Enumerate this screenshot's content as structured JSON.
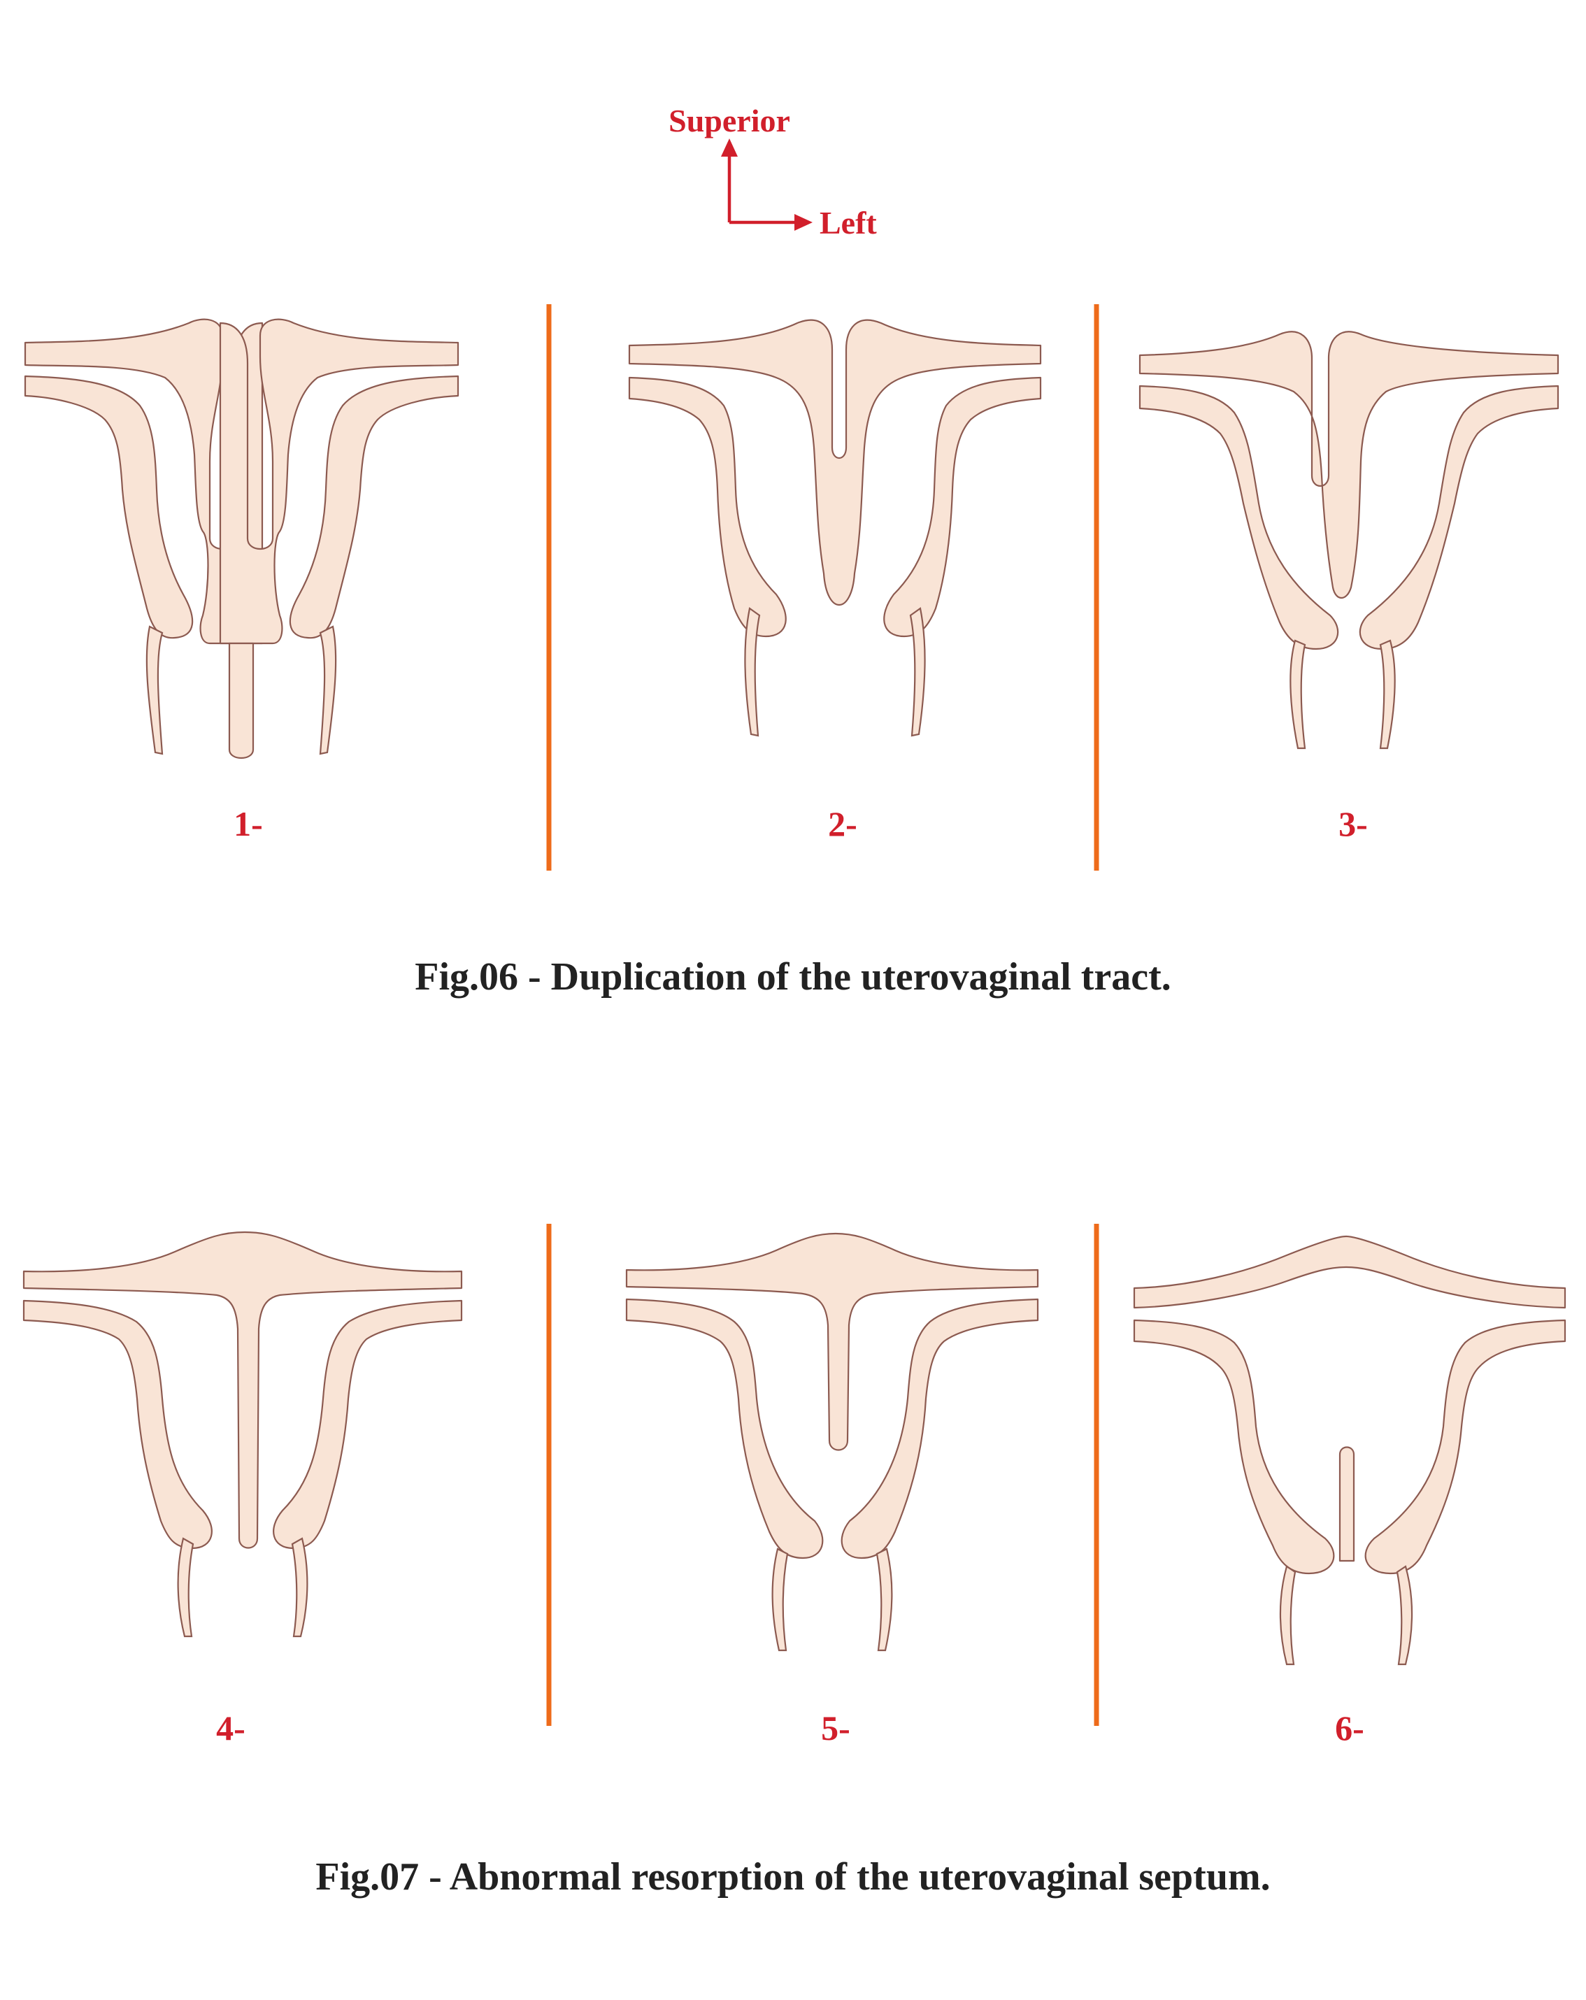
{
  "orientation": {
    "superior_label": "Superior",
    "left_label": "Left"
  },
  "figures": [
    {
      "caption": "Fig.06 - Duplication of the uterovaginal tract.",
      "panels": [
        {
          "label": "1-",
          "variant": "complete-duplication"
        },
        {
          "label": "2-",
          "variant": "bicornuate"
        },
        {
          "label": "3-",
          "variant": "deep-septum"
        }
      ]
    },
    {
      "caption": "Fig.07 - Abnormal resorption of the uterovaginal septum.",
      "panels": [
        {
          "label": "4-",
          "variant": "complete-septum"
        },
        {
          "label": "5-",
          "variant": "partial-septum"
        },
        {
          "label": "6-",
          "variant": "lower-septum-remnant"
        }
      ]
    }
  ],
  "colors": {
    "tissue_fill": "#f9e4d6",
    "tissue_stroke": "#8c5a50",
    "divider": "#ee6b1a",
    "label_red": "#d11f2b",
    "caption_text": "#222222"
  }
}
